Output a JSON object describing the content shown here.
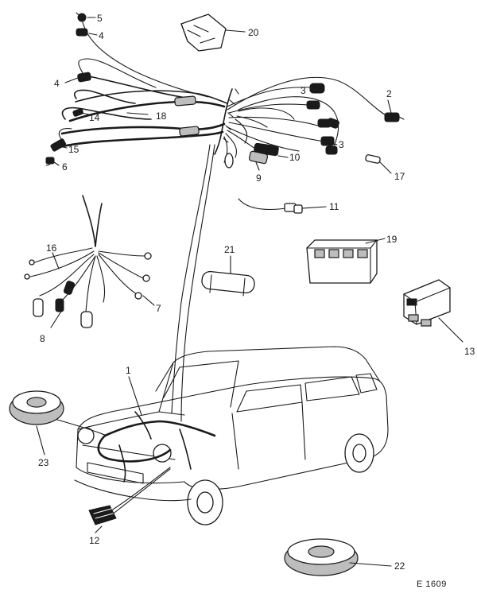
{
  "diagram": {
    "reference": "E 1609",
    "callouts": {
      "c1": "1",
      "c2": "2",
      "c3a": "3",
      "c3b": "3",
      "c4a": "4",
      "c4b": "4",
      "c5": "5",
      "c6": "6",
      "c7": "7",
      "c8": "8",
      "c9": "9",
      "c10": "10",
      "c11": "11",
      "c12": "12",
      "c13": "13",
      "c14": "14",
      "c15": "15",
      "c16": "16",
      "c17": "17",
      "c18": "18",
      "c19": "19",
      "c20": "20",
      "c21": "21",
      "c22": "22",
      "c23": "23"
    }
  }
}
